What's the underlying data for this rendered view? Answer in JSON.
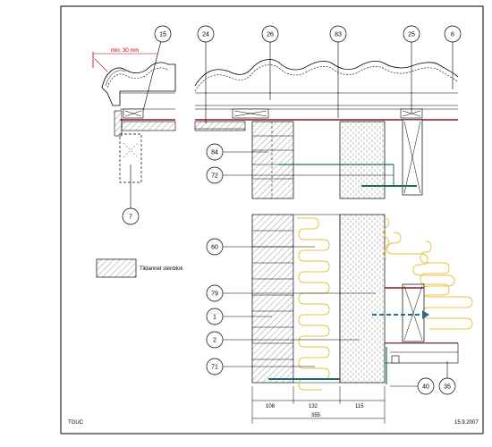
{
  "callouts": [
    "15",
    "24",
    "26",
    "83",
    "25",
    "6",
    "84",
    "72",
    "7",
    "60",
    "79",
    "1",
    "2",
    "71",
    "40",
    "35"
  ],
  "annotation_min": "min. 30 mm",
  "legend_label": "Tildannet stenblok",
  "dimensions": {
    "d1": "108",
    "d2": "132",
    "d3": "115",
    "total": "355"
  },
  "footer": {
    "left": "TGUC",
    "right": "15.9.2007"
  },
  "colors": {
    "outline": "#000000",
    "roof_tile_red": "#8b1a1a",
    "insulation": "#e8c040",
    "steel_teal": "#1a6a6a",
    "dashed_arrow": "#2a6a8a"
  }
}
